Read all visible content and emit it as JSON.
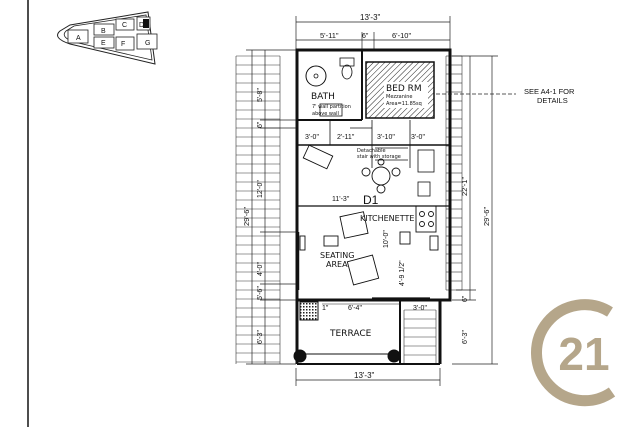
{
  "key_plan": {
    "cells": [
      "A",
      "B",
      "C",
      "D",
      "E",
      "F",
      "G"
    ]
  },
  "dimensions": {
    "top_total": "13'-3\"",
    "top_left": "5'-11\"",
    "top_mid": "6\"",
    "top_right": "6'-10\"",
    "bottom_total": "13'-3\"",
    "left_bath": "5'-8\"",
    "left_small": "6\"",
    "left_upper": "12'-0\"",
    "left_total": "29'-6\"",
    "left_mid": "4'-0\"",
    "left_low": "5'-6\"",
    "left_terrace": "6'-3\"",
    "right_main": "22'-1\"",
    "right_total": "29'-6\"",
    "right_small": "6\"",
    "right_terrace": "6'-3\"",
    "int_a": "3'-0\"",
    "int_b": "2'-11\"",
    "int_c": "3'-10\"",
    "int_d": "3'-0\"",
    "int_e": "11'-3\"",
    "int_f": "10'-0\"",
    "int_g": "4'-9 1/2\"",
    "int_h": "6'-4\"",
    "int_i": "3'-0\"",
    "int_j": "1\""
  },
  "rooms": {
    "bath": "BATH",
    "bed": "BED RM",
    "mezzanine": "Mezzanine",
    "mezz_area": "Area=11.85sq",
    "bath_note1": "7' wall partition",
    "bath_note2": "above wall",
    "stair_note1": "Detachable",
    "stair_note2": "stair with storage",
    "unit": "D1",
    "kitchen": "KITCHENETTE",
    "seating1": "SEATING",
    "seating2": "AREA",
    "terrace": "TERRACE"
  },
  "callout": {
    "line1": "SEE A4-1 FOR",
    "line2": "DETAILS"
  },
  "logo": {
    "text": "21",
    "color": "#b5a68a"
  }
}
